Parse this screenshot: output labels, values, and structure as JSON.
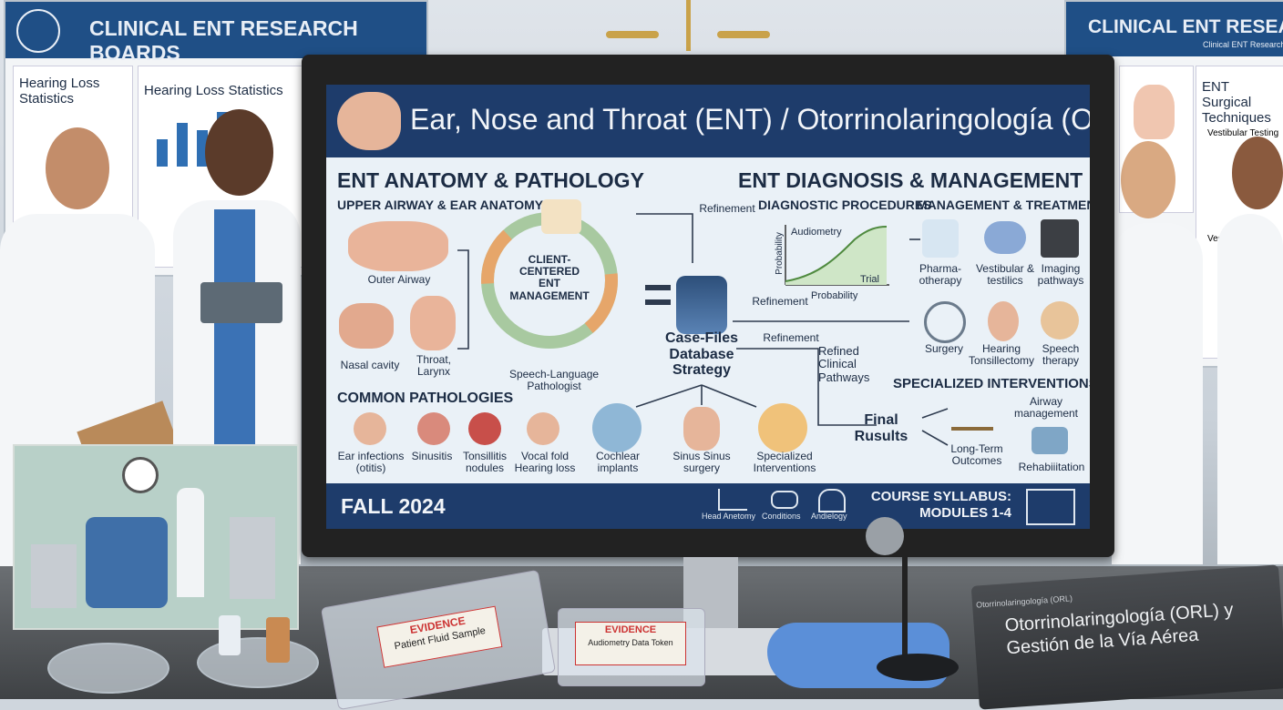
{
  "boards": {
    "left_header": "CLINICAL ENT RESEARCH BOARDS",
    "left_poster1_title": "Hearing Loss Statistics",
    "left_poster2_title": "Hearing Loss Statistics",
    "right_header": "CLINICAL ENT RESEARCH",
    "right_subheader": "Clinical ENT Research",
    "right_poster1_title": "ENT Surgical Techniques",
    "right_poster1_sub": "Vestibular Testing",
    "right_poster2_title": "Vestibular Testing"
  },
  "screen": {
    "title": "Ear, Nose and Throat (ENT) / Otorrinolaringología (ORL)",
    "left_section": "ENT ANATOMY & PATHOLOGY",
    "upper_airway": "UPPER AIRWAY & EAR ANATOMY",
    "anatomy": [
      "Outer Airway",
      "Nasal cavity",
      "Throat, Larynx"
    ],
    "cycle_center": "CLIENT-CENTERED ENT MANAGEMENT",
    "slp": "Speech-Language Pathologist",
    "common_pathologies": "COMMON PATHOLOGIES",
    "pathologies": [
      "Ear infections (otitis)",
      "Sinusitis",
      "Tonsillitis nodules",
      "Vocal fold Hearing loss"
    ],
    "database": "Case-Files Database Strategy",
    "refinement": "Refinement",
    "outcomes": [
      "Cochlear implants",
      "Sinus Sinus surgery",
      "Specialized Interventions"
    ],
    "right_section": "ENT DIAGNOSIS & MANAGEMENT",
    "diagnostic": "DIAGNOSTIC PROCEDURES",
    "chart_y": "Probability",
    "chart_curve": "Audiometry",
    "chart_trial": "Trial",
    "chart_x": "Probability",
    "management": "MANAGEMENT & TREATMENT",
    "treatments": [
      "Pharma-otherapy",
      "Vestibular & testilics",
      "Imaging pathways",
      "Surgery",
      "Hearing Tonsillectomy",
      "Speech therapy"
    ],
    "refined": "Refined Clinical Pathways",
    "specialized": "SPECIALIZED INTERVENTIONS",
    "final": "Final Rusults",
    "interventions": [
      "Airway management",
      "Long-Term Outcomes",
      "Rehabiiitation"
    ],
    "footer_left": "FALL 2024",
    "footer_icons": [
      "Head Anetomy",
      "Conditions",
      "Andielogy"
    ],
    "footer_right": "COURSE SYLLABUS: MODULES 1-4"
  },
  "desk": {
    "bag1": "EVIDENCE",
    "bag1_sub": "Patient Fluid Sample",
    "bag2": "EVIDENCE",
    "bag2_sub": "Audiometry Data Token",
    "book": "Otorrinolaringología (ORL) y Gestión de la Vía Aérea",
    "book_spine": "Otorrinolaringología (ORL)"
  },
  "colors": {
    "navy": "#1e3c6b",
    "screen_bg": "#eaf1f7",
    "accent_green": "#86c07a"
  }
}
